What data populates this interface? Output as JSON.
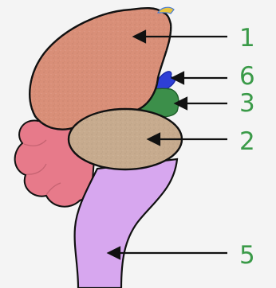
{
  "colors": {
    "background": "#f4f4f4",
    "outline": "#111111",
    "label_green": "#3a9a48",
    "part_1": "#d98f78",
    "part_2": "#c7ab8e",
    "part_3": "#3c8f4a",
    "part_4": "#e77a8a",
    "part_5": "#d7a7ef",
    "part_6": "#2e3fd6",
    "tip": "#e8c440"
  },
  "labels": [
    {
      "id": "1",
      "text": "1"
    },
    {
      "id": "6",
      "text": "6"
    },
    {
      "id": "3",
      "text": "3"
    },
    {
      "id": "2",
      "text": "2"
    },
    {
      "id": "5",
      "text": "5"
    }
  ]
}
